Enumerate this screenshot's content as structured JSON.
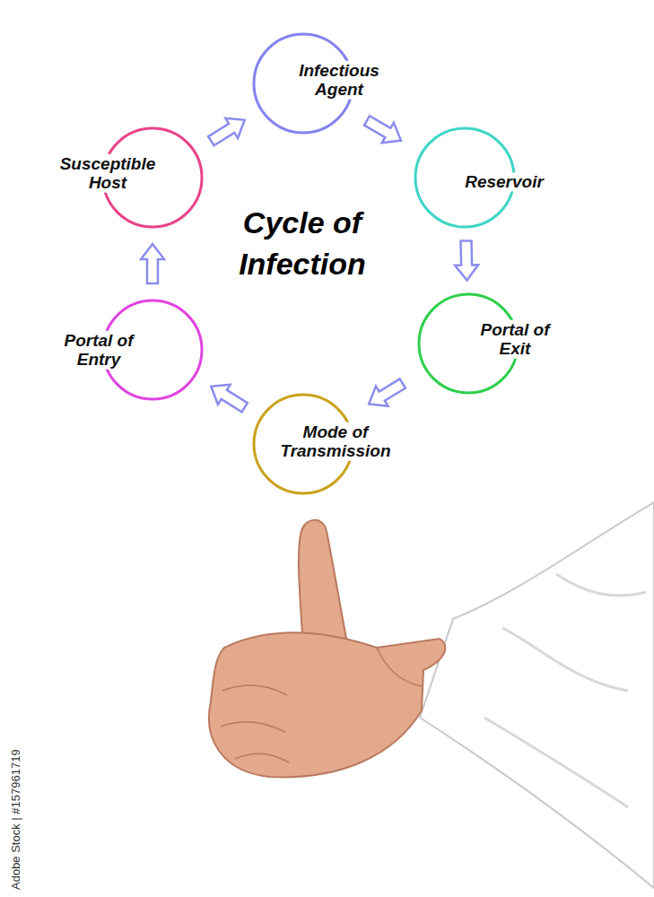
{
  "diagram": {
    "title": "Cycle of Infection",
    "nodes": [
      {
        "text": [
          "Infectious Agent"
        ]
      },
      {
        "text": [
          "Reservoir"
        ]
      },
      {
        "text": [
          "Portal of Exit"
        ]
      },
      {
        "text": [
          "Mode of Transmission"
        ]
      },
      {
        "text": [
          "Portal of Entry"
        ]
      },
      {
        "text": [
          "Susceptible Host"
        ]
      }
    ],
    "edges": [
      {
        "from": 0,
        "to": 1,
        "arrow": "to"
      },
      {
        "from": 1,
        "to": 2,
        "arrow": "to"
      },
      {
        "from": 2,
        "to": 3,
        "arrow": "to"
      },
      {
        "from": 3,
        "to": 4,
        "arrow": "to"
      },
      {
        "from": 4,
        "to": 5,
        "arrow": "to"
      },
      {
        "from": 5,
        "to": 0,
        "arrow": "to"
      }
    ],
    "labels": [
      "Adobe Stock | #157961719"
    ]
  }
}
